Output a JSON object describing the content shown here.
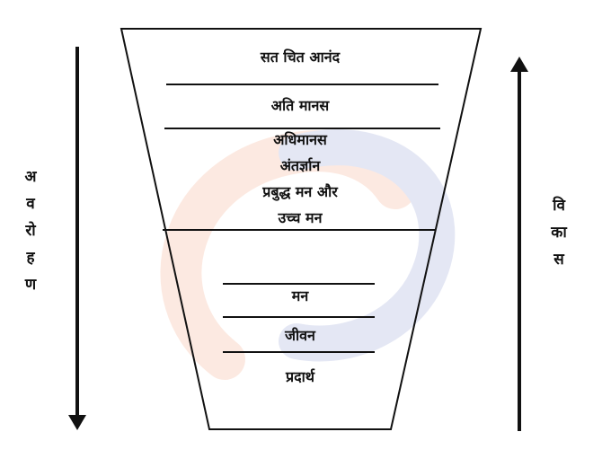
{
  "funnel": {
    "top": {
      "title": "सत चित आनंद"
    },
    "upper_levels": [
      "अति  मानस"
    ],
    "middle_block": [
      "अधिमानस",
      "अंतर्ज्ञान",
      "प्रबुद्ध मन  और",
      "उच्च मन"
    ],
    "lower_levels": [
      "मन",
      "जीवन",
      "प्रदार्थ"
    ]
  },
  "left_arrow": {
    "label_letters": [
      "अ",
      "व",
      "रो",
      "ह",
      "ण"
    ],
    "direction": "down"
  },
  "right_arrow": {
    "label_letters": [
      "वि",
      "का",
      "स"
    ],
    "direction": "up"
  },
  "colors": {
    "stroke": "#111111",
    "watermark_red": "#f6b39b",
    "watermark_blue": "#9aa6d6"
  }
}
